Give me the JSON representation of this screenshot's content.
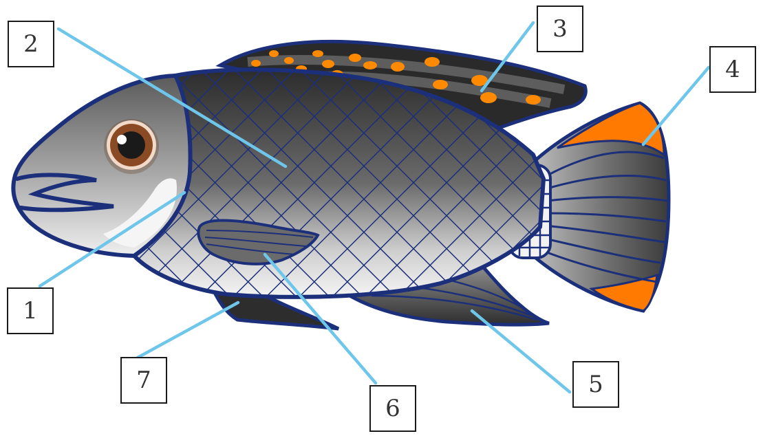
{
  "diagram": {
    "colors": {
      "outline": "#1b2f7a",
      "body_dark": "#3b3b3b",
      "body_light": "#bdbdbd",
      "fin_accent": "#ff7a00",
      "leader_line": "#6ec6ea"
    },
    "callouts": [
      {
        "label": "1",
        "part": "gill-cover"
      },
      {
        "label": "2",
        "part": "body-scales"
      },
      {
        "label": "3",
        "part": "dorsal-fin"
      },
      {
        "label": "4",
        "part": "tail-fin"
      },
      {
        "label": "5",
        "part": "anal-fin"
      },
      {
        "label": "6",
        "part": "pectoral-fin"
      },
      {
        "label": "7",
        "part": "pelvic-fin"
      }
    ]
  }
}
